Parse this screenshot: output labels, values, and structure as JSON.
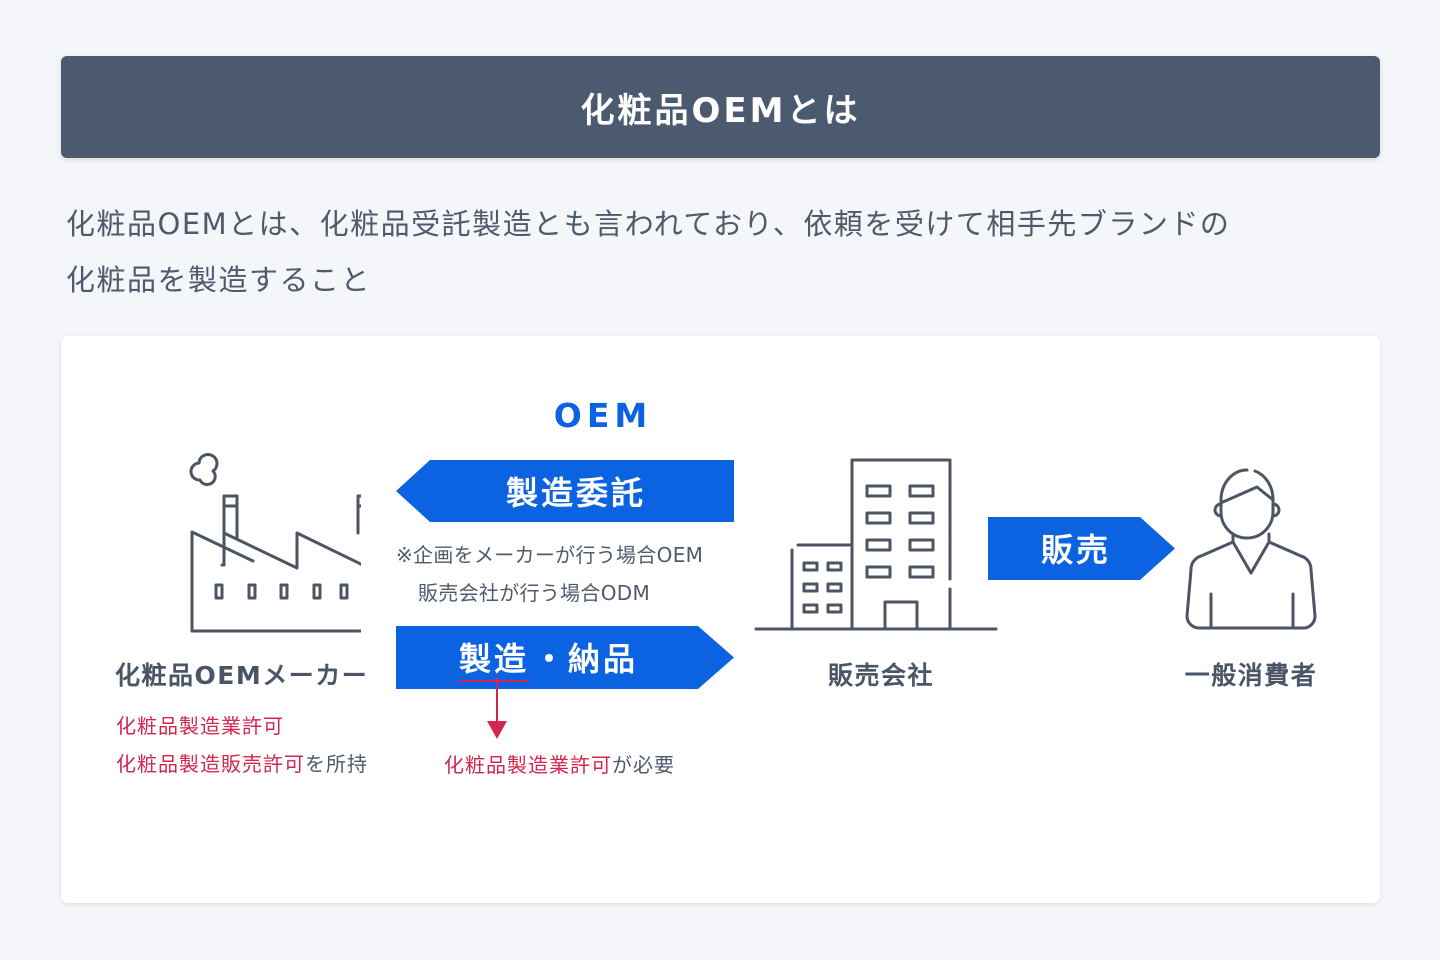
{
  "header": {
    "title": "化粧品OEMとは"
  },
  "description": {
    "line1": "化粧品OEMとは、化粧品受託製造とも言われており、依頼を受けて相手先ブランドの",
    "line2": "化粧品を製造すること"
  },
  "diagram": {
    "oem_label": "OEM",
    "colors": {
      "arrow_blue": "#0b63e2",
      "accent_red": "#d2264e",
      "icon_stroke": "#4b5563",
      "header_bg": "#4b5a6f"
    },
    "arrows": {
      "commission": {
        "label": "製造委託",
        "direction": "left"
      },
      "manufacture": {
        "label_part1": "製造",
        "label_part2": "・納品",
        "direction": "right"
      },
      "sales": {
        "label": "販売",
        "direction": "right"
      }
    },
    "note": {
      "line1": "※企画をメーカーが行う場合OEM",
      "line2": "販売会社が行う場合ODM"
    },
    "entities": {
      "manufacturer": {
        "icon": "factory-icon",
        "label": "化粧品OEMメーカー",
        "licenses": {
          "line1_red": "化粧品製造業許可",
          "line2_red": "化粧品製造販売許可",
          "line2_suffix": "を所持"
        }
      },
      "sales_company": {
        "icon": "office-building-icon",
        "label": "販売会社"
      },
      "consumer": {
        "icon": "person-icon",
        "label": "一般消費者"
      }
    },
    "requirement": {
      "red": "化粧品製造業許可",
      "suffix": "が必要"
    }
  }
}
